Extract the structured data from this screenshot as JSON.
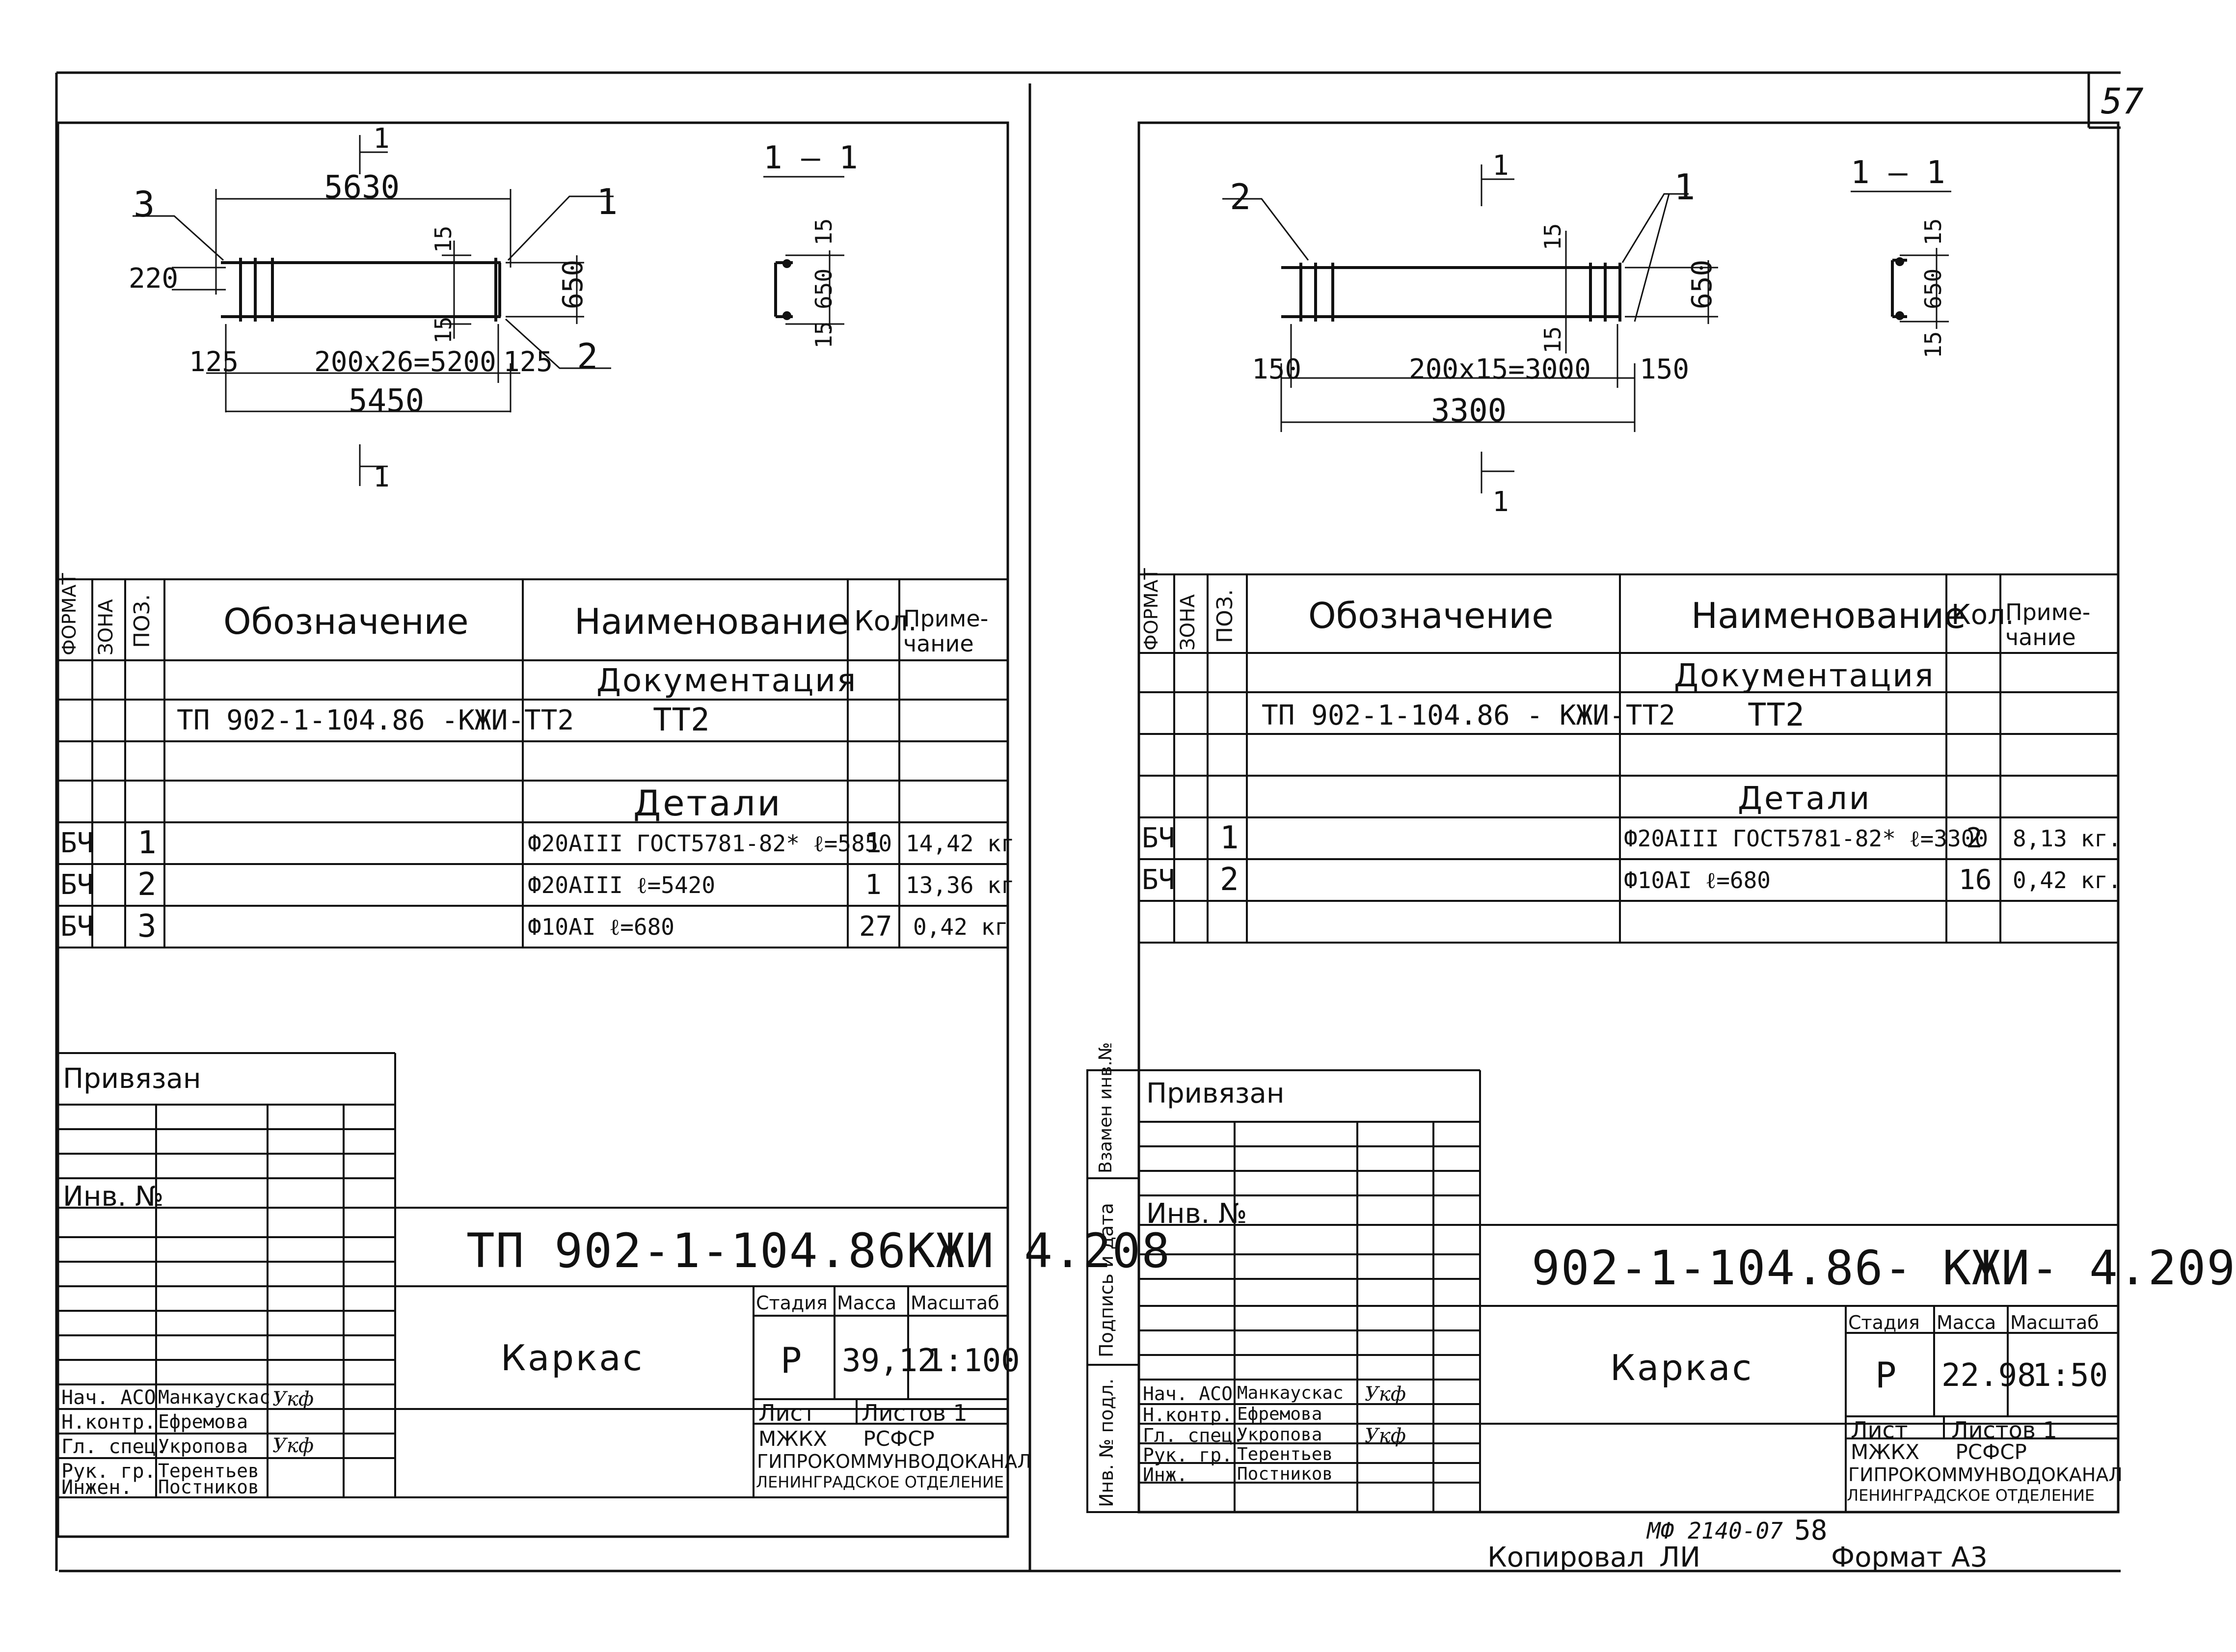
{
  "page_number": "57",
  "left_sheet": {
    "drawing": {
      "section_label": "1 — 1",
      "cut_mark": "1",
      "dims": {
        "top_overall": "5630",
        "left_height": "220",
        "right_height": "650",
        "cover_top": "15",
        "cover_bottom": "15",
        "end_left": "125",
        "end_right": "125",
        "spacing": "200x26=5200",
        "bottom_overall": "5450",
        "section_height": "650",
        "section_cover_top": "15",
        "section_cover_bottom": "15"
      },
      "callouts": [
        "3",
        "1",
        "2"
      ]
    },
    "spec": {
      "headers": {
        "format": "ФОРМАТ",
        "zone": "ЗОНА",
        "pos": "ПОЗ.",
        "designation": "Обозначение",
        "name": "Наименование",
        "qty": "Кол.",
        "note": "Приме-чание"
      },
      "section_docs": "Документация",
      "doc_row": {
        "designation": "ТП 902-1-104.86 -КЖИ-ТТ2",
        "name": "ТТ2"
      },
      "section_parts": "Детали",
      "rows": [
        {
          "format": "БЧ",
          "pos": "1",
          "name": "Ф20АIII ГОСТ5781-82* ℓ=5850",
          "qty": "1",
          "note": "14,42 кг"
        },
        {
          "format": "БЧ",
          "pos": "2",
          "name": "Ф20АIII ℓ=5420",
          "qty": "1",
          "note": "13,36 кг"
        },
        {
          "format": "БЧ",
          "pos": "3",
          "name": "Ф10АI ℓ=680",
          "qty": "27",
          "note": "0,42 кг"
        }
      ]
    },
    "stamp": {
      "bound": "Привязан",
      "inv": "Инв. №",
      "code": "ТП 902-1-104.86КЖИ 4.208",
      "title": "Каркас",
      "stage_h": "Стадия",
      "mass_h": "Масса",
      "scale_h": "Масштаб",
      "stage": "Р",
      "mass": "39,12",
      "scale": "1:100",
      "sheet": "Лист",
      "sheets": "Листов 1",
      "org1": "МЖКХ РСФСР",
      "org2": "ГИПРОКОММУНВОДОКАНАЛ",
      "org3": "ЛЕНИНГРАДСКОЕ ОТДЕЛЕНИЕ",
      "people": [
        {
          "role": "Нач. АСО",
          "name": "Манкаускас"
        },
        {
          "role": "Н.контр.",
          "name": "Ефремова"
        },
        {
          "role": "Гл. спец.",
          "name": "Укропова"
        },
        {
          "role": "Рук. гр.",
          "name": "Терентьев"
        },
        {
          "role": "Инжен.",
          "name": "Постников"
        }
      ]
    }
  },
  "right_sheet": {
    "drawing": {
      "section_label": "1 — 1",
      "cut_mark": "1",
      "dims": {
        "cover_top": "15",
        "cover_bottom": "15",
        "right_height": "650",
        "end_left": "150",
        "end_right": "150",
        "spacing": "200x15=3000",
        "bottom_overall": "3300",
        "section_height": "650",
        "section_cover_top": "15",
        "section_cover_bottom": "15"
      },
      "callouts": [
        "2",
        "1"
      ]
    },
    "spec": {
      "headers": {
        "format": "ФОРМАТ",
        "zone": "ЗОНА",
        "pos": "ПОЗ.",
        "designation": "Обозначение",
        "name": "Наименование",
        "qty": "Кол.",
        "note": "Приме-чание"
      },
      "section_docs": "Документация",
      "doc_row": {
        "designation": "ТП 902-1-104.86 - КЖИ-ТТ2",
        "name": "ТТ2"
      },
      "section_parts": "Детали",
      "rows": [
        {
          "format": "БЧ",
          "pos": "1",
          "name": "Ф20АIII ГОСТ5781-82* ℓ=3300",
          "qty": "2",
          "note": "8,13 кг."
        },
        {
          "format": "БЧ",
          "pos": "2",
          "name": "Ф10АI ℓ=680",
          "qty": "16",
          "note": "0,42 кг."
        }
      ]
    },
    "side_labels": [
      "Инв. № подл.",
      "Подпись и дата",
      "Взамен инв.№"
    ],
    "stamp": {
      "bound": "Привязан",
      "inv": "Инв. №",
      "code": "902-1-104.86- КЖИ- 4.209",
      "title": "Каркас",
      "stage_h": "Стадия",
      "mass_h": "Масса",
      "scale_h": "Масштаб",
      "stage": "Р",
      "mass": "22.98",
      "scale": "1:50",
      "sheet": "Лист",
      "sheets": "Листов 1",
      "org1": "МЖКХ РСФСР",
      "org2": "ГИПРОКОММУНВОДОКАНАЛ",
      "org3": "ЛЕНИНГРАДСКОЕ ОТДЕЛЕНИЕ",
      "people": [
        {
          "role": "Нач. АСО",
          "name": "Манкаускас"
        },
        {
          "role": "Н.контр.",
          "name": "Ефремова"
        },
        {
          "role": "Гл. спец.",
          "name": "Укропова"
        },
        {
          "role": "Рук. гр.",
          "name": "Терентьев"
        },
        {
          "role": "Инж.",
          "name": "Постников"
        }
      ]
    }
  },
  "footer": {
    "archive_no": "МФ 2140-07",
    "sheet_no": "58",
    "copied": "Копировал",
    "copied_by": "ЛИ",
    "format": "Формат А3"
  }
}
